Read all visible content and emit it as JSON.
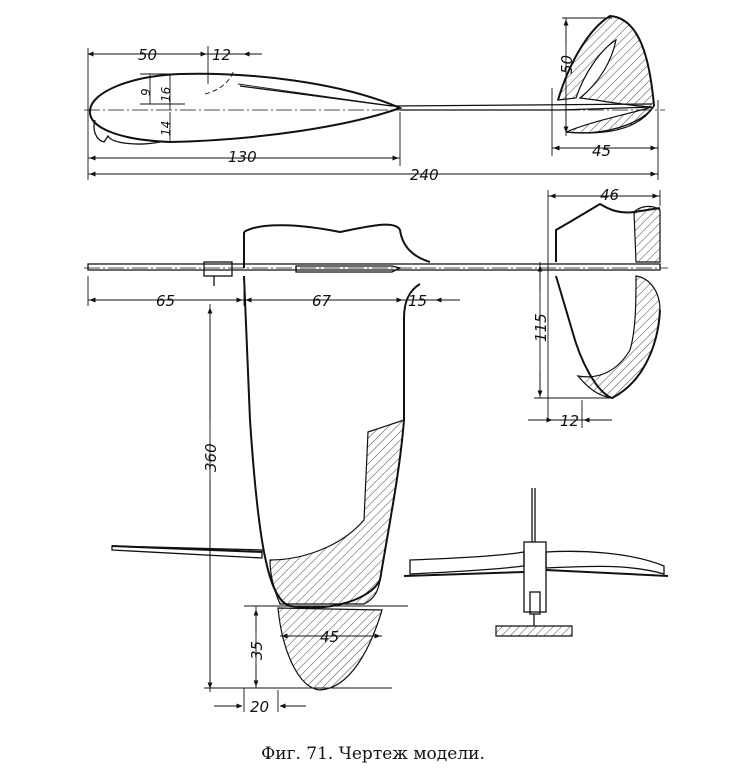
{
  "caption": "Фиг. 71. Чертеж модели.",
  "dimensions": {
    "d50_top": "50",
    "d12_top": "12",
    "d9": "9",
    "d16": "16",
    "d14": "14",
    "d130": "130",
    "d240": "240",
    "d50_fin": "50",
    "d45_fin": "45",
    "d46": "46",
    "d65": "65",
    "d67": "67",
    "d15": "15",
    "d115": "115",
    "d12_stab": "12",
    "d360": "360",
    "d45_tip": "45",
    "d35": "35",
    "d20": "20"
  }
}
